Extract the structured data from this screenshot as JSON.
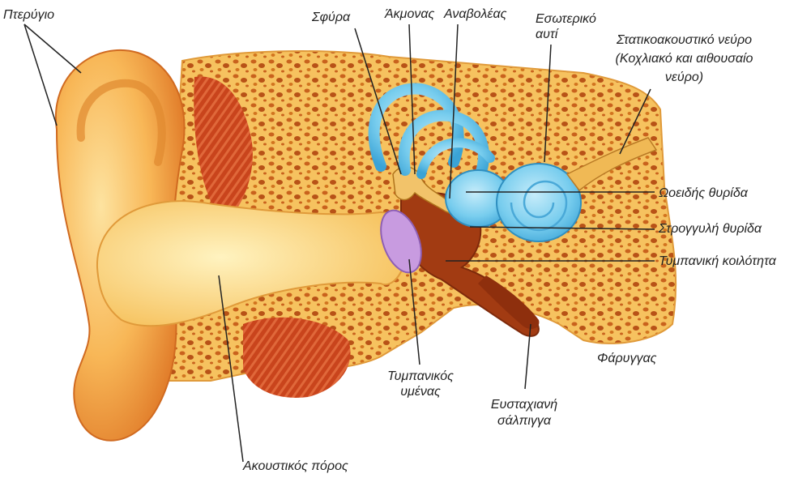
{
  "labels": {
    "pinna": "Πτερύγιο",
    "malleus": "Σφύρα",
    "incus": "Άκμονας",
    "stapes": "Αναβολέας",
    "inner_ear_1": "Εσωτερικό",
    "inner_ear_2": "αυτί",
    "nerve_1": "Στατικοακουστικό νεύρο",
    "nerve_2": "(Κοχλιακό και αιθουσαίο",
    "nerve_3": "νεύρο)",
    "oval_window": "Ωοειδής θυρίδα",
    "round_window": "Στρογγυλή θυρίδα",
    "tympanic_cavity": "Τυμπανική κοιλότητα",
    "pharynx": "Φάρυγγας",
    "eardrum_1": "Τυμπανικός",
    "eardrum_2": "υμένας",
    "eustachian_1": "Ευσταχιανή",
    "eustachian_2": "σάλπιγγα",
    "ear_canal": "Ακουστικός πόρος"
  },
  "colors": {
    "skin": "#f5a84a",
    "skin_light": "#fde9a8",
    "bone": "#f7c76a",
    "bone_dots": "#c8621e",
    "muscle": "#c7401c",
    "inner_ear": "#7fd0ef",
    "cavity": "#a0380f",
    "eardrum": "#b78ad6",
    "leader": "#222222"
  }
}
